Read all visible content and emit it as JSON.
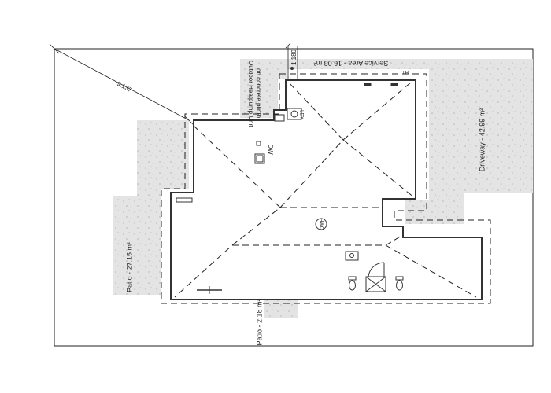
{
  "dimensions": {
    "diagonal": "9.137",
    "offset": "1.180"
  },
  "areas": {
    "service_area": "Service Area - 16.08 m²",
    "driveway": "Driveway - 42.99 m²",
    "patio_west": "Patio - 27.15 m²",
    "patio_south": "Patio - 2.18 m²"
  },
  "notes": {
    "heatpump_line1": "Outdoor Heatpump Unit",
    "heatpump_line2": "on concrete plinth",
    "ht": "HT",
    "dw": "DW",
    "hwc": "HWC",
    "ldy": "LDY"
  },
  "colors": {
    "paving": "#e4e4e4",
    "wall": "#333333",
    "dashed": "#222222"
  }
}
